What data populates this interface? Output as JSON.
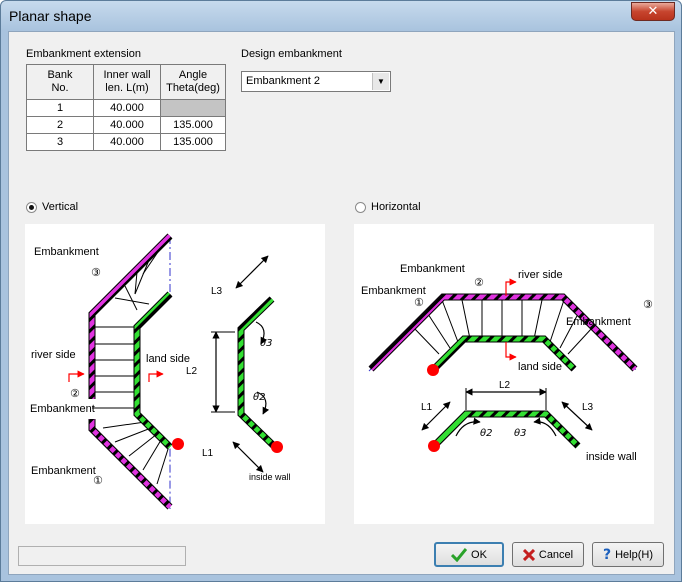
{
  "window": {
    "title": "Planar shape",
    "close_label": "✕"
  },
  "embankment_extension": {
    "label": "Embankment extension",
    "headers": [
      "Bank No.",
      "Inner wall len. L(m)",
      "Angle Theta(deg)"
    ],
    "header_lines": [
      [
        "Bank",
        "No."
      ],
      [
        "Inner wall",
        "len. L(m)"
      ],
      [
        "Angle",
        "Theta(deg)"
      ]
    ],
    "rows": [
      {
        "bank": "1",
        "length": "40.000",
        "angle": ""
      },
      {
        "bank": "2",
        "length": "40.000",
        "angle": "135.000"
      },
      {
        "bank": "3",
        "length": "40.000",
        "angle": "135.000"
      }
    ]
  },
  "design_embankment": {
    "label": "Design embankment",
    "selected": "Embankment 2"
  },
  "options": {
    "vertical": {
      "label": "Vertical",
      "checked": true
    },
    "horizontal": {
      "label": "Horizontal",
      "checked": false
    }
  },
  "vertical_diagram": {
    "labels": {
      "emb3": "Embankment",
      "emb3_num": "③",
      "river_side": "river side",
      "land_side": "land side",
      "emb2_num": "②",
      "emb2": "Embankment",
      "emb1": "Embankment",
      "emb1_num": "①",
      "L3": "L3",
      "L2": "L2",
      "L1": "L1",
      "theta3": "θ3",
      "theta2": "θ2",
      "inside_wall": "inside wall"
    }
  },
  "horizontal_diagram": {
    "labels": {
      "emb2": "Embankment",
      "emb2_num": "②",
      "river_side": "river side",
      "emb1": "Embankment",
      "emb1_num": "①",
      "emb3_num": "③",
      "emb3": "Embankment",
      "land_side": "land side",
      "L2": "L2",
      "L1": "L1",
      "L3": "L3",
      "theta2": "θ2",
      "theta3": "θ3",
      "inside_wall": "inside wall"
    }
  },
  "buttons": {
    "ok": "OK",
    "cancel": "Cancel",
    "help": "Help(H)"
  },
  "colors": {
    "embankment_outer": "#e033e0",
    "embankment_inner": "#33e033",
    "marker": "#ff0000",
    "center_line": "#3333cc"
  }
}
